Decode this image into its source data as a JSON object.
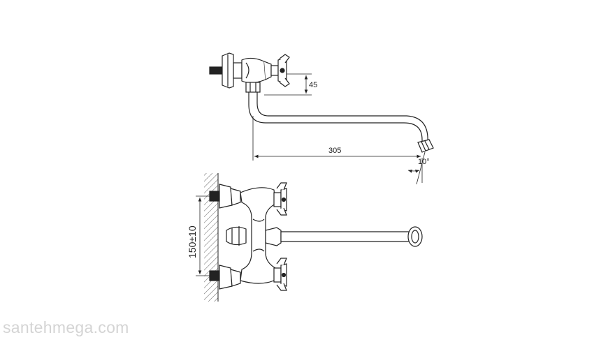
{
  "dimensions": {
    "spout_drop": "45",
    "spout_length": "305",
    "outlet_angle": "10°",
    "inlet_spacing": "150±10"
  },
  "watermark": "santehmega.com"
}
